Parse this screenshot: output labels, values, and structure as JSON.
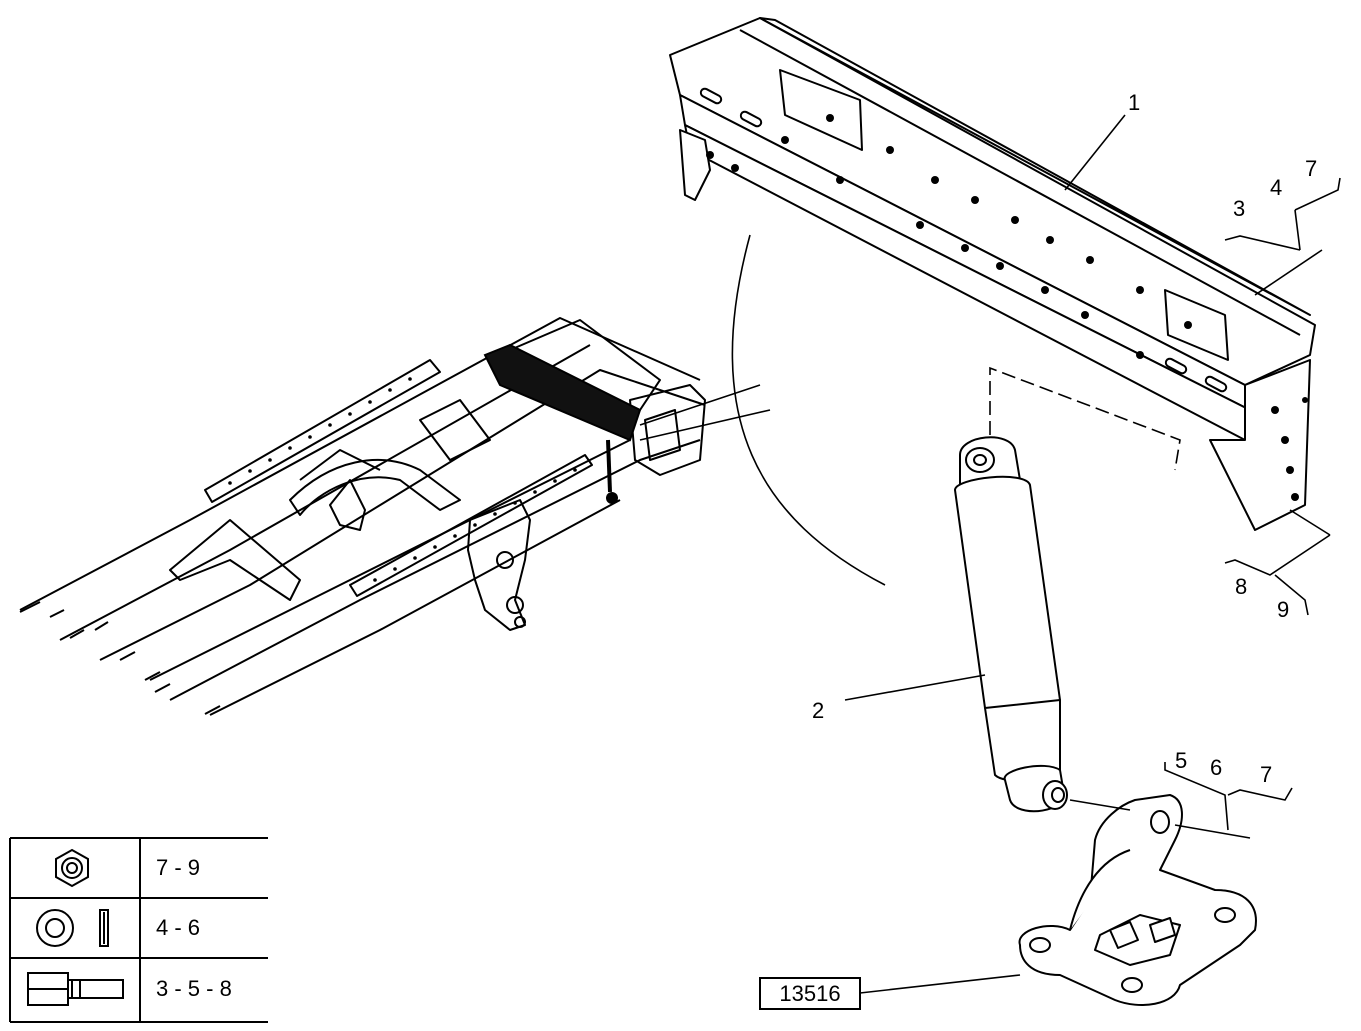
{
  "callouts": {
    "c1": "1",
    "c2": "2",
    "c3": "3",
    "c4a": "4",
    "c7a": "7",
    "c5": "5",
    "c6": "6",
    "c7b": "7",
    "c8": "8",
    "c9": "9"
  },
  "reference_box": "13516",
  "legend": {
    "rows": [
      {
        "icon": "nut-icon",
        "range": "7 - 9"
      },
      {
        "icon": "washer-icon",
        "range": "4 - 6"
      },
      {
        "icon": "bolt-icon",
        "range": "3 - 5 - 8"
      }
    ]
  }
}
